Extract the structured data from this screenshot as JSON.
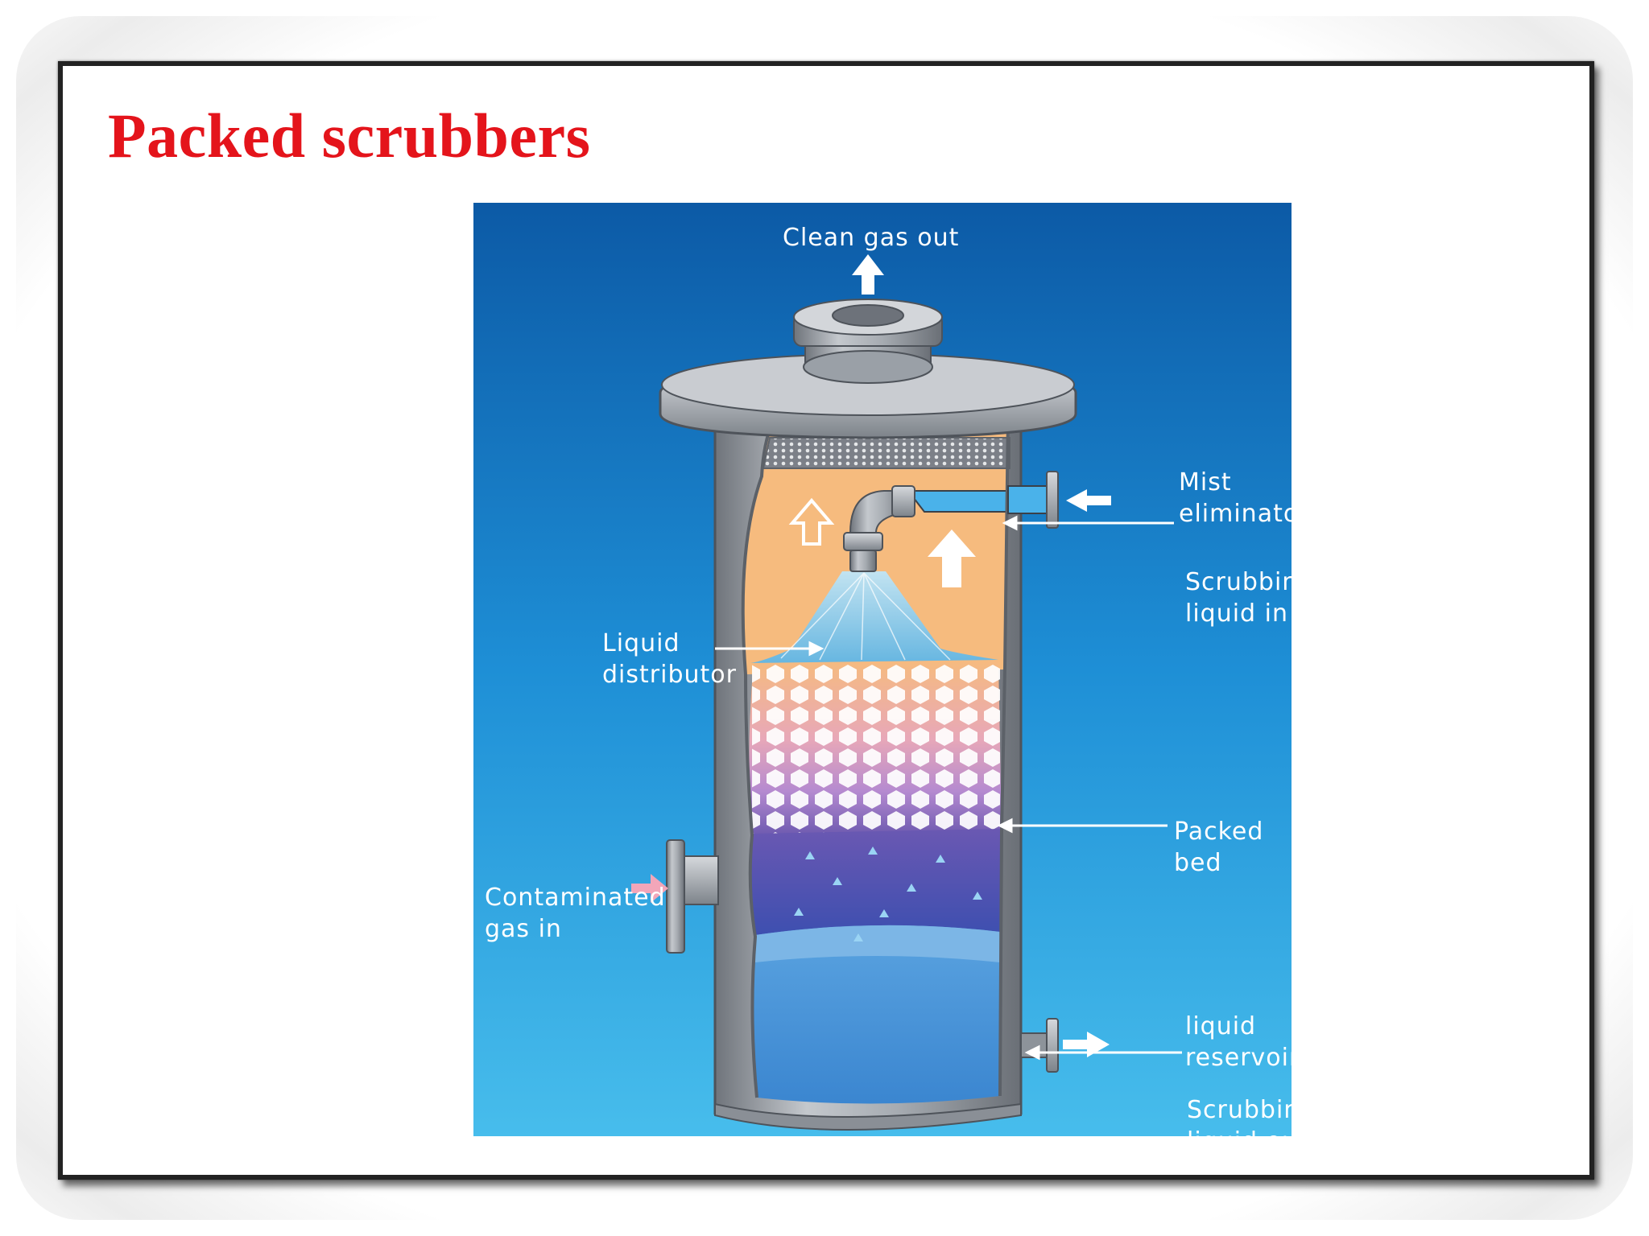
{
  "slide": {
    "title": "Packed scrubbers"
  },
  "diagram": {
    "labels": {
      "clean_gas_out": "Clean gas out",
      "mist_eliminator": "Mist\neliminator",
      "scrubbing_liquid_in": "Scrubbing\nliquid in",
      "liquid_distributor": "Liquid\ndistributor",
      "packed_bed": "Packed bed",
      "contaminated_gas_in": "Contaminated\ngas in",
      "liquid_reservoir": "liquid\nreservoir",
      "scrubbing_liquid_out": "Scrubbing\nliquid out"
    },
    "colors": {
      "background_top": "#0c5aa6",
      "background_bottom": "#47bdec",
      "vessel_metal": "#a9adb3",
      "packing_top": "#f6bb7e",
      "packing_bottom": "#6e5ab0",
      "liquid": "#4a95d8",
      "gas_in_arrow": "#f2a6b9"
    }
  }
}
